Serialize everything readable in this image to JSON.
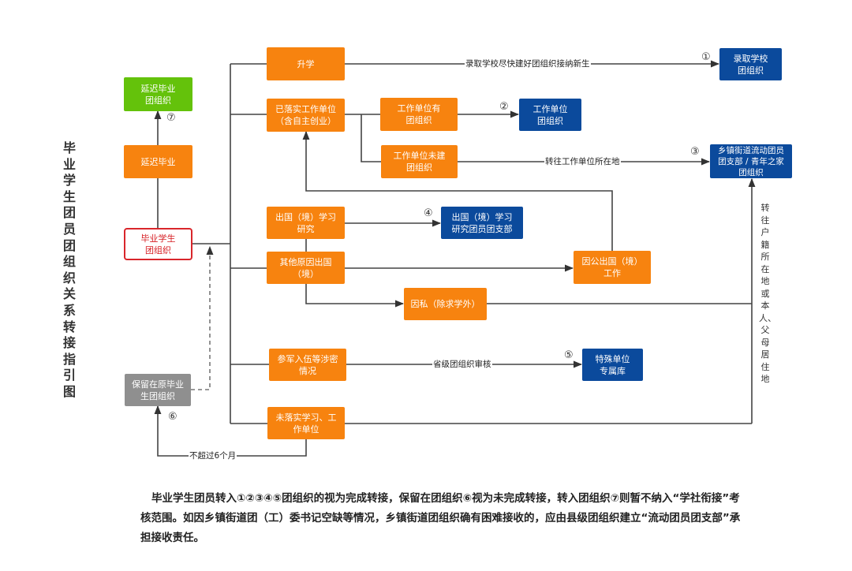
{
  "title": "毕业学生团员团组织关系转接指引图",
  "nodes": {
    "source": "毕业学生\n团组织",
    "delay_grad": "延迟毕业",
    "delay_grad_org": "延迟毕业\n团组织",
    "further_study": "升学",
    "employed": "已落实工作单位\n（含自主创业）",
    "employer_has_org": "工作单位有\n团组织",
    "employer_no_org": "工作单位未建\n团组织",
    "abroad_study": "出国（境）学习\n研究",
    "other_abroad": "其他原因出国\n（境）",
    "official_abroad": "因公出国（境）\n工作",
    "private_abroad": "因私（除求学外）",
    "military": "参军入伍等涉密\n情况",
    "unemployed": "未落实学习、工\n作单位",
    "retain_org": "保留在原毕业\n生团组织",
    "admission_school_org": "录取学校\n团组织",
    "employer_org": "工作单位\n团组织",
    "township_org": "乡镇街道流动团员\n团支部 / 青年之家\n团组织",
    "abroad_branch": "出国（境）学习\n研究团员团支部",
    "special_unit": "特殊单位\n专属库"
  },
  "edge_labels": {
    "admission": "录取学校尽快建好团组织接纳新生",
    "to_employer_location": "转往工作单位所在地",
    "provincial_review": "省级团组织审核",
    "max_six_months": "不超过6个月",
    "to_household": "转往户籍所在地或本人、父母居住地"
  },
  "markers": {
    "m1": "①",
    "m2": "②",
    "m3": "③",
    "m4": "④",
    "m5": "⑤",
    "m6": "⑥",
    "m7": "⑦"
  },
  "note": "毕业学生团员转入①②③④⑤团组织的视为完成转接，保留在团组织⑥视为未完成转接，转入团组织⑦则暂不纳入“学社衔接”考核范围。如因乡镇街道团（工）委书记空缺等情况，乡镇街道团组织确有困难接收的，应由县级团组织建立“流动团员团支部”承担接收责任。",
  "colors": {
    "category": "#f7830f",
    "destination": "#0b4a9c",
    "delay_destination": "#64c20b",
    "retained": "#8f8f8f",
    "source_border": "#d9262b"
  }
}
